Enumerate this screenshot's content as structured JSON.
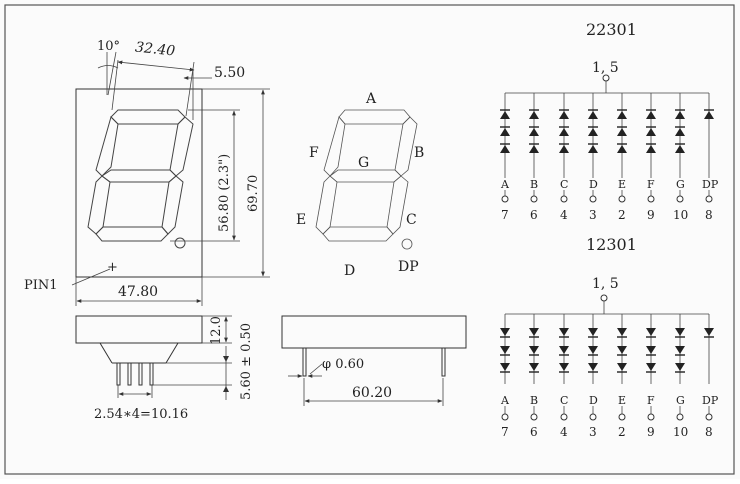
{
  "front_view": {
    "angle": "10°",
    "top_span": "32.40",
    "offset": "5.50",
    "digit_height": "56.80 (2.3\")",
    "total_height": "69.70",
    "width": "47.80",
    "pin1": "PIN1"
  },
  "segment_labels": {
    "a": "A",
    "b": "B",
    "c": "C",
    "d": "D",
    "e": "E",
    "f": "F",
    "g": "G",
    "dp": "DP"
  },
  "side_view": {
    "body_height": "12.0",
    "pin_length": "5.60 ± 0.50",
    "pitch": "2.54∗4=10.16"
  },
  "end_view": {
    "pin_diameter": "φ 0.60",
    "length": "60.20"
  },
  "schematics": [
    {
      "part": "22301",
      "common": "1, 5",
      "segments": [
        "A",
        "B",
        "C",
        "D",
        "E",
        "F",
        "G",
        "DP"
      ],
      "pins": [
        "7",
        "6",
        "4",
        "3",
        "2",
        "9",
        "10",
        "8"
      ]
    },
    {
      "part": "12301",
      "common": "1, 5",
      "segments": [
        "A",
        "B",
        "C",
        "D",
        "E",
        "F",
        "G",
        "DP"
      ],
      "pins": [
        "7",
        "6",
        "4",
        "3",
        "2",
        "9",
        "10",
        "8"
      ]
    }
  ]
}
